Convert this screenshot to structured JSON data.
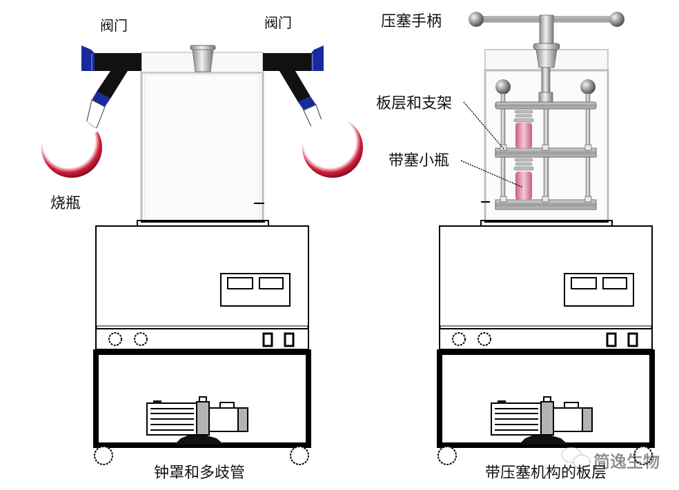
{
  "title": "冻干机结构示意图",
  "left_unit": {
    "caption": "钟罩和多歧管",
    "labels": {
      "valve_left": "阀门",
      "valve_right": "阀门",
      "flask": "烧瓶"
    }
  },
  "right_unit": {
    "caption": "带压塞机构的板层",
    "labels": {
      "press_handle": "压塞手柄",
      "shelf_and_rack": "板层和支架",
      "stoppered_vial": "带塞小瓶"
    }
  },
  "watermark": {
    "icon": "wechat-icon",
    "text": "简逸生物"
  },
  "colors": {
    "outline": "#000000",
    "valve_blue": "#1a2a9c",
    "flask_red": "#c0102a",
    "vial_pink": "#e7a6bd",
    "metal_gray": "#a8a8a8",
    "pump_gray": "#b3b3b3"
  }
}
